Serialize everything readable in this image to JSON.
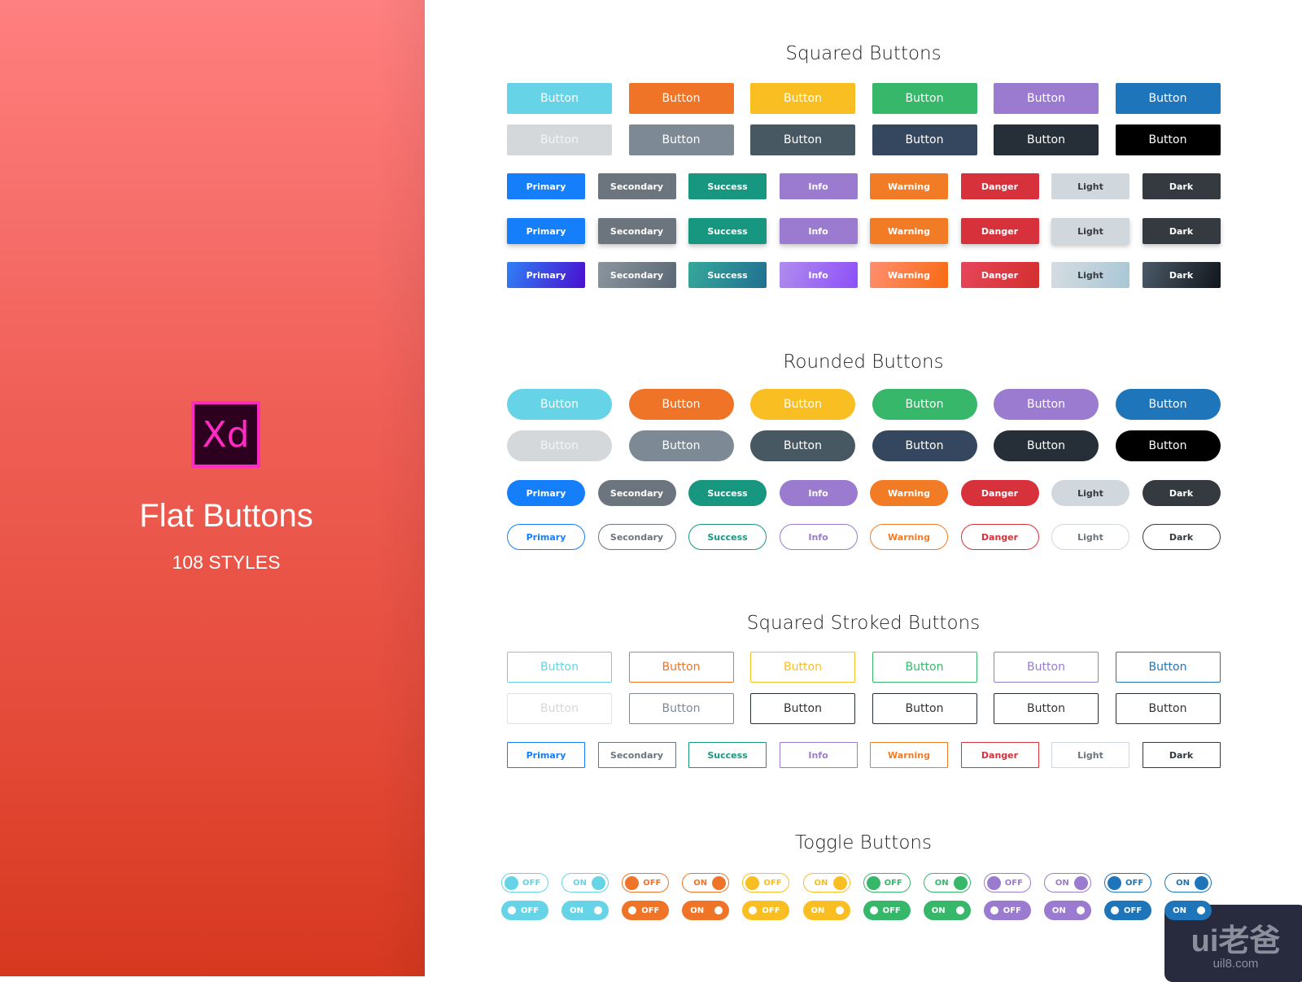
{
  "panel": {
    "logo": "Xd",
    "title": "Flat Buttons",
    "subtitle": "108 STYLES"
  },
  "sections": {
    "squared": "Squared Buttons",
    "rounded": "Rounded Buttons",
    "stroked": "Squared Stroked Buttons",
    "toggle": "Toggle Buttons"
  },
  "button_label": "Button",
  "big_colors_row1": [
    "#66d4e6",
    "#f07428",
    "#f8be22",
    "#36b76a",
    "#9a7bcf",
    "#1f75b9"
  ],
  "big_colors_row2": [
    "#d5d8db",
    "#7d8a96",
    "#485862",
    "#34475e",
    "#262f37",
    "#000000"
  ],
  "variants": [
    {
      "label": "Primary",
      "color": "#157efb",
      "grad": [
        "#2f80f5",
        "#4a0fcf"
      ]
    },
    {
      "label": "Secondary",
      "color": "#6c757d",
      "grad": [
        "#8a959e",
        "#5b6875"
      ]
    },
    {
      "label": "Success",
      "color": "#17977f",
      "grad": [
        "#36a89a",
        "#217090"
      ]
    },
    {
      "label": "Info",
      "color": "#9a7bcf",
      "grad": [
        "#b08ced",
        "#8d50f8"
      ]
    },
    {
      "label": "Warning",
      "color": "#f27c26",
      "grad": [
        "#ff8f70",
        "#f86a12"
      ]
    },
    {
      "label": "Danger",
      "color": "#d7313b",
      "grad": [
        "#e6475a",
        "#d32f2f"
      ]
    },
    {
      "label": "Light",
      "color": "#d0d8de",
      "grad": [
        "#d7dde2",
        "#a8c6d5"
      ]
    },
    {
      "label": "Dark",
      "color": "#343a40",
      "grad": [
        "#4b5a68",
        "#11161c"
      ]
    }
  ],
  "toggle_colors": [
    "#66d4e6",
    "#f07428",
    "#f8be22",
    "#36b76a",
    "#9a7bcf",
    "#1f75b9"
  ],
  "toggle_on": "ON",
  "toggle_off": "OFF",
  "watermark": {
    "brand": "ui老爸",
    "site": "uil8.com"
  }
}
